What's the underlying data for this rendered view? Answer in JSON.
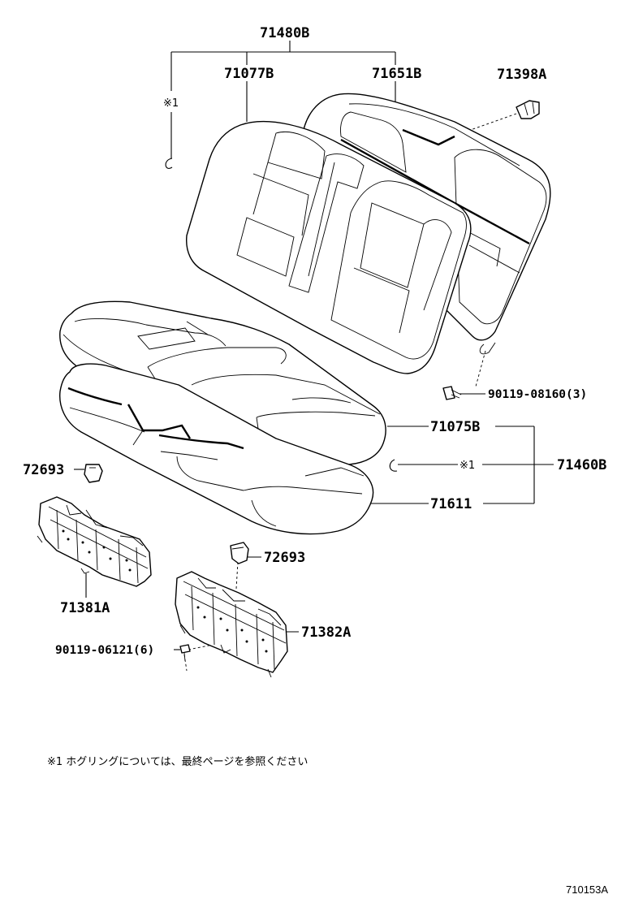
{
  "parts": {
    "assy_back": "71480B",
    "back_pad": "71077B",
    "back_cover": "71651B",
    "hook": "71398A",
    "bolt_back": "90119-08160(3)",
    "cushion_cover": "71075B",
    "cushion_assy": "71460B",
    "cushion_pad": "71611",
    "clip_left": "72693",
    "clip_right": "72693",
    "frame_left": "71381A",
    "frame_right": "71382A",
    "bolt_frame": "90119-06121(6)"
  },
  "marks": {
    "ring_mark_top": "※1",
    "ring_mark_right": "※1"
  },
  "footnote": "※1 ホグリングについては、最終ページを参照ください",
  "diagram_code": "710153A"
}
